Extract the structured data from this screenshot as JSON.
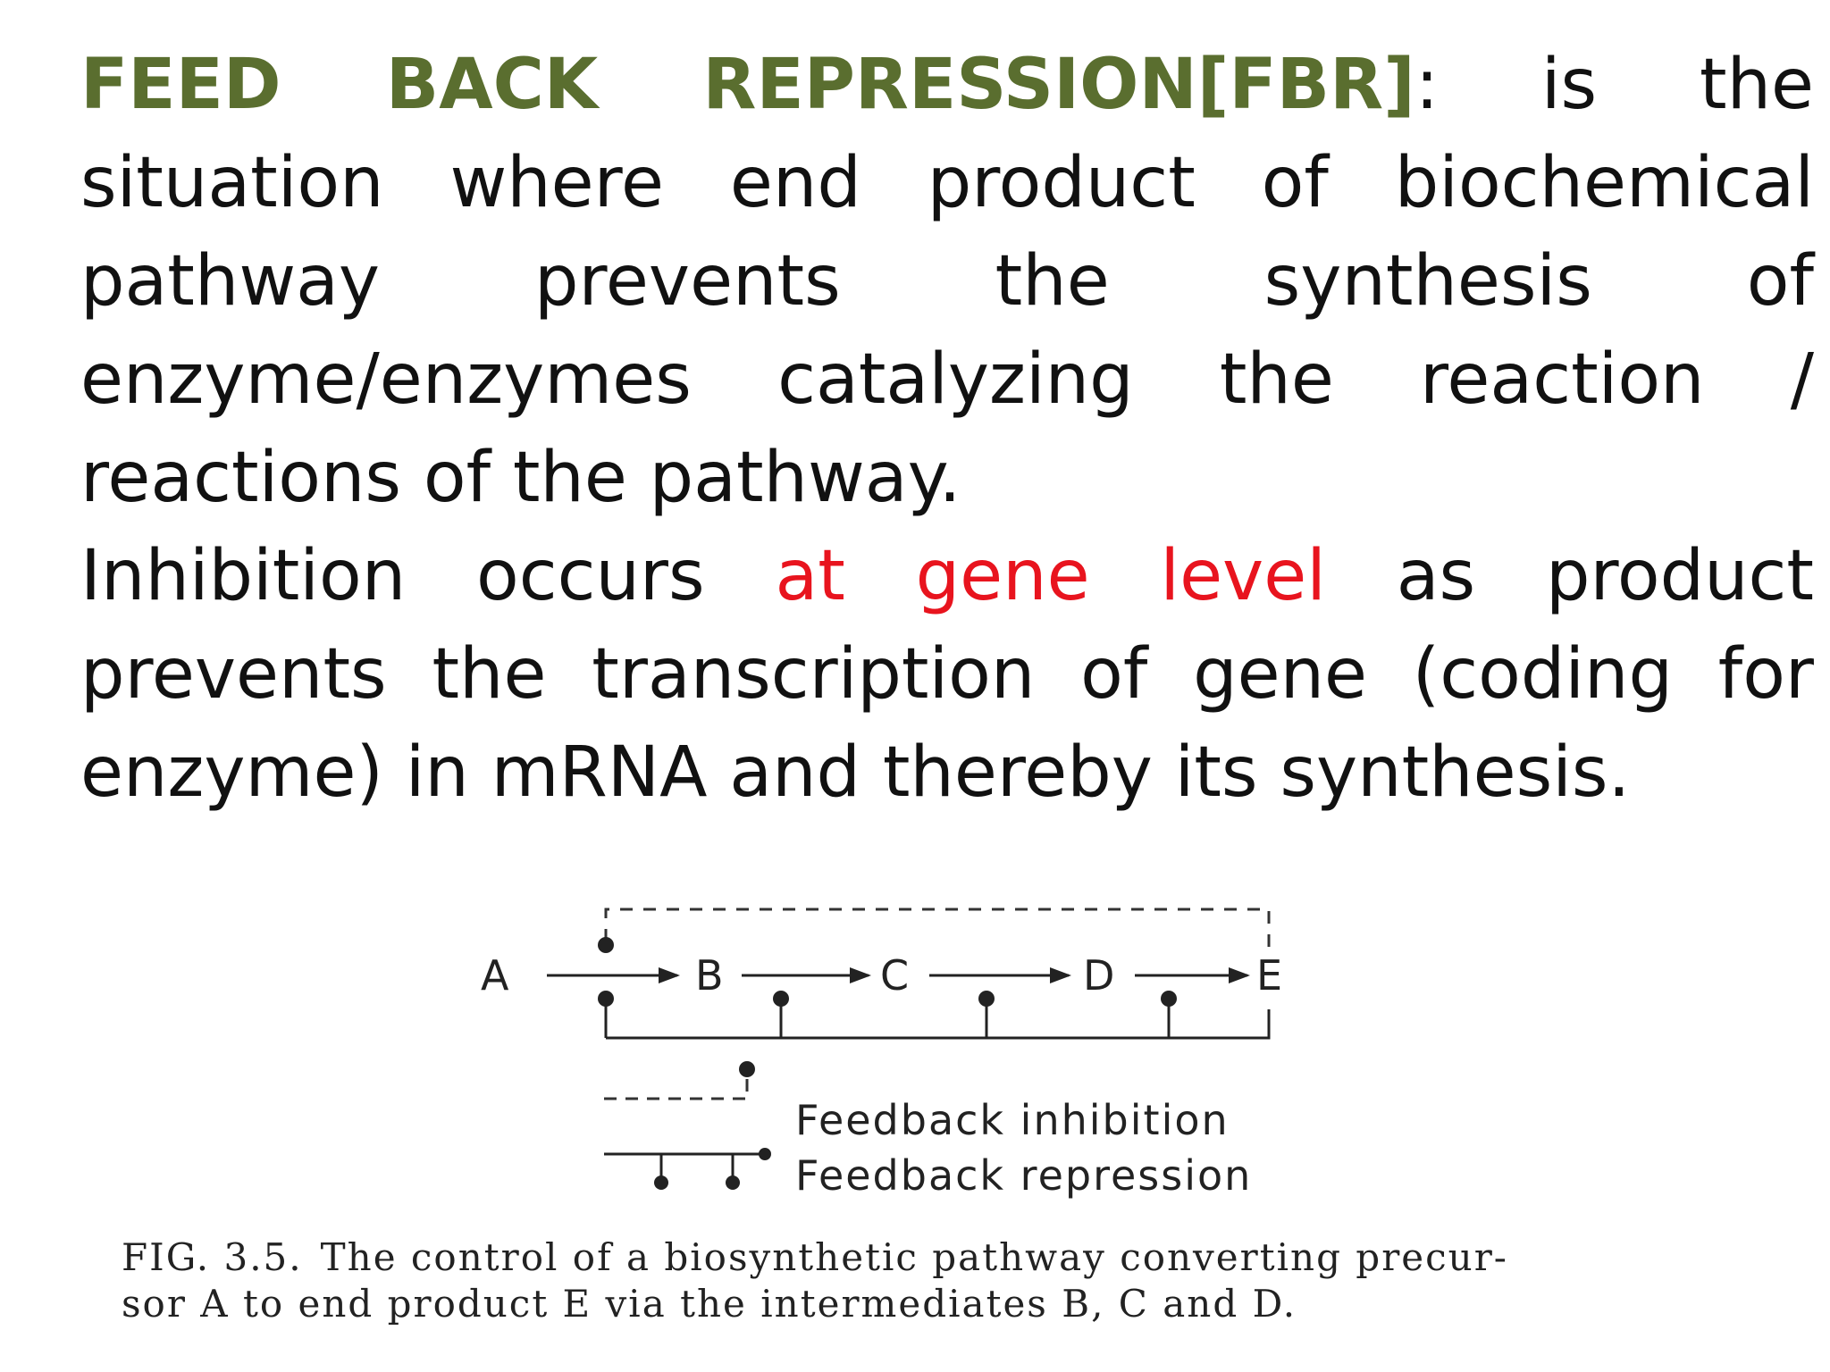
{
  "definition": {
    "term": "FEED BACK REPRESSION[FBR]",
    "text": ": is the situation where end product of biochemical pathway prevents the synthesis of enzyme/enzymes catalyzing the reaction / reactions of the pathway."
  },
  "inhibition": {
    "before": "Inhibition occurs ",
    "highlight": "at gene level",
    "after": " as product prevents the transcription of gene (coding for enzyme) in mRNA and thereby its synthesis."
  },
  "colors": {
    "term": "#5a6e2f",
    "highlight": "#e8141e",
    "text": "#111111"
  },
  "figure": {
    "nodes": [
      "A",
      "B",
      "C",
      "D",
      "E"
    ],
    "legend": {
      "inhibition": "Feedback inhibition",
      "repression": "Feedback repression"
    },
    "caption": {
      "prefix": "FIG. 3.5.",
      "line1": "The control of a biosynthetic pathway converting precur-",
      "line2": "sor A to end product E via the intermediates B, C and D."
    }
  }
}
